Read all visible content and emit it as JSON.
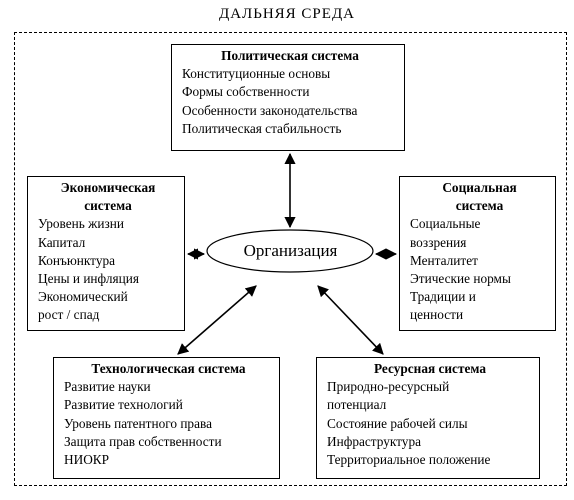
{
  "outer_title": "ДАЛЬНЯЯ СРЕДА",
  "center": "Организация",
  "political": {
    "title": "Политическая система",
    "items": [
      "Конституционные основы",
      "Формы собственности",
      "Особенности законодательства",
      "Политическая стабильность"
    ]
  },
  "economic": {
    "title_lines": [
      "Экономическая",
      "система"
    ],
    "items": [
      "Уровень жизни",
      "Капитал",
      "Конъюнктура",
      "Цены и инфляция",
      "Экономический",
      "рост / спад"
    ]
  },
  "social": {
    "title_lines": [
      "Социальная",
      "система"
    ],
    "items": [
      "Социальные",
      "воззрения",
      "Менталитет",
      "Этические нормы",
      "Традиции и",
      "ценности"
    ]
  },
  "technological": {
    "title": "Технологическая система",
    "items": [
      "Развитие науки",
      "Развитие технологий",
      "Уровень патентного права",
      "Защита прав собственности",
      "НИОКР"
    ]
  },
  "resource": {
    "title": "Ресурсная система",
    "items": [
      "Природно-ресурсный",
      "потенциал",
      "Состояние рабочей силы",
      "Инфраструктура",
      "Территориальное положение"
    ]
  }
}
